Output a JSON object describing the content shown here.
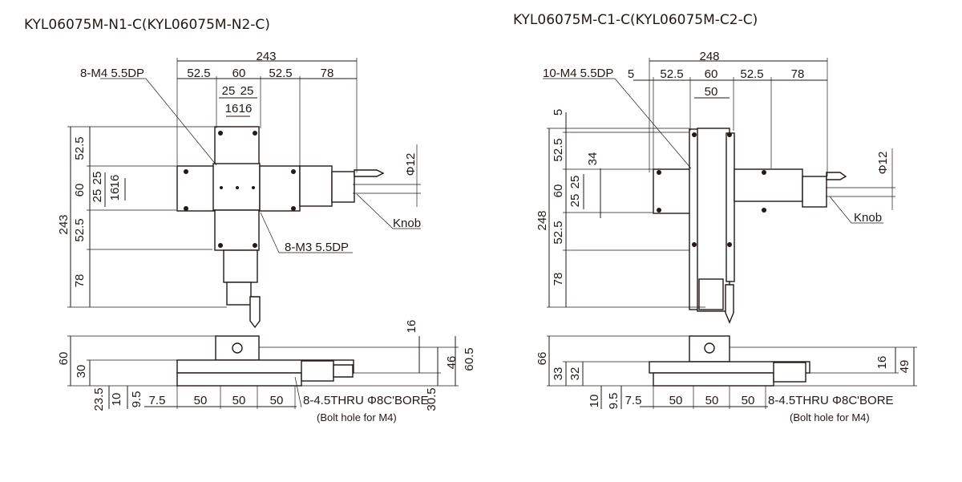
{
  "left": {
    "title": "KYL06075M-N1-C(KYL06075M-N2-C)",
    "top_dims": {
      "total": "243",
      "d1": "52.5",
      "d2": "60",
      "d3": "52.5",
      "d4": "78",
      "p1": "25",
      "p2": "25",
      "q1": "16",
      "q2": "16"
    },
    "side_dims": {
      "total": "243",
      "d1": "52.5",
      "d2": "60",
      "d3": "52.5",
      "d4": "78",
      "p1": "25",
      "p2": "25",
      "q1": "16",
      "q2": "16"
    },
    "callouts": {
      "holes_top": "8-M4 5.5DP",
      "holes_center": "8-M3 5.5DP",
      "knob": "Knob",
      "knob_dia": "Φ12"
    },
    "front": {
      "height": "60",
      "h2": "30",
      "h_right": "16",
      "h_46": "46",
      "h_605": "60.5",
      "b1": "23.5",
      "b2": "10",
      "b3": "9.5",
      "b4": "7.5",
      "b5": "50",
      "b6": "50",
      "b7": "50",
      "b8": "30.5",
      "bolt": "8-4.5THRU Φ8C'BORE",
      "bolt_note": "(Bolt hole for M4)"
    }
  },
  "right": {
    "title": "KYL06075M-C1-C(KYL06075M-C2-C)",
    "top_dims": {
      "total": "248",
      "d0": "5",
      "d1": "52.5",
      "d2": "60",
      "d3": "52.5",
      "d4": "78",
      "inner": "50"
    },
    "side_dims": {
      "d0": "5",
      "d1": "52.5",
      "d34": "34",
      "p1": "25",
      "p2": "25",
      "d2": "60",
      "total": "248",
      "d3": "52.5",
      "d4": "78"
    },
    "callouts": {
      "holes_top": "10-M4 5.5DP",
      "knob": "Knob",
      "knob_dia": "Φ12"
    },
    "front": {
      "height": "66",
      "h2": "33",
      "h3": "32",
      "h_right": "16",
      "h_49": "49",
      "b2": "10",
      "b3": "9.5",
      "b4": "7.5",
      "b5": "50",
      "b6": "50",
      "b7": "50",
      "bolt": "8-4.5THRU Φ8C'BORE",
      "bolt_note": "(Bolt hole for M4)"
    }
  }
}
